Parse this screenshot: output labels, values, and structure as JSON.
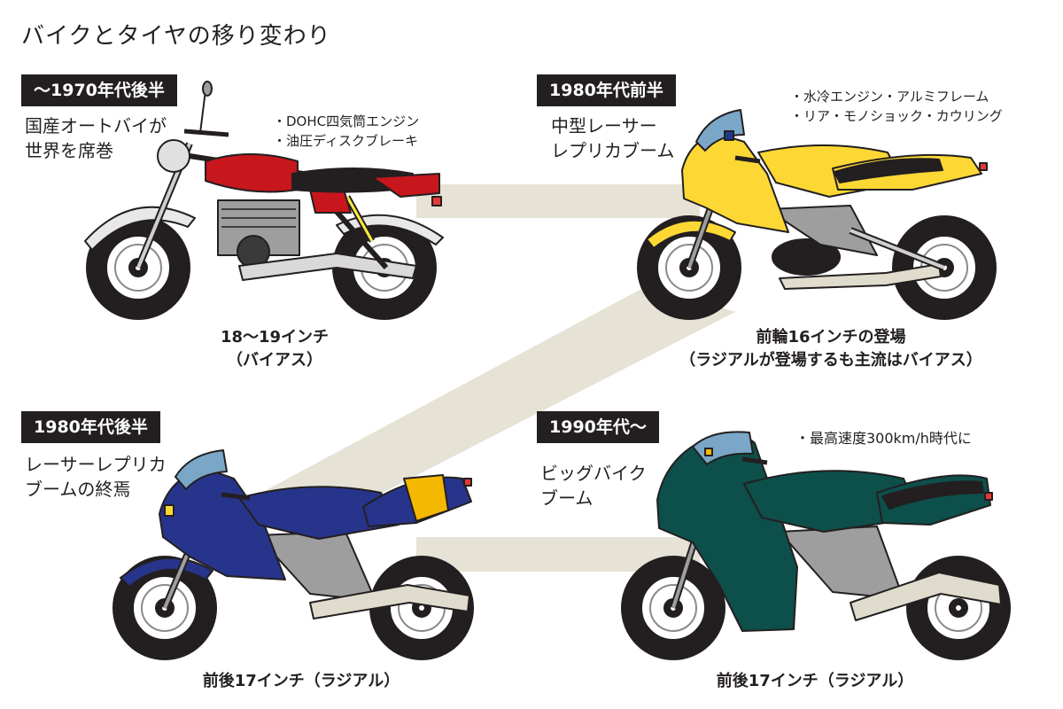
{
  "title": "バイクとタイヤの移り変わり",
  "colors": {
    "band": "#e6e3d6",
    "outline": "#231f20"
  },
  "panels": [
    {
      "era": "〜1970年代後半",
      "description": [
        "国産オートバイが",
        "世界を席巻"
      ],
      "features": [
        "・DOHC四気筒エンジン",
        "・油圧ディスクブレーキ"
      ],
      "tire": [
        "18〜19インチ",
        "（バイアス）"
      ],
      "bike_color": "#c8161d"
    },
    {
      "era": "1980年代前半",
      "description": [
        "中型レーサー",
        "レプリカブーム"
      ],
      "features": [
        "・水冷エンジン・アルミフレーム",
        "・リア・モノショック・カウリング"
      ],
      "tire": [
        "前輪16インチの登場",
        "（ラジアルが登場するも主流はバイアス）"
      ],
      "bike_color": "#fdd835"
    },
    {
      "era": "1980年代後半",
      "description": [
        "レーサーレプリカ",
        "ブームの終焉"
      ],
      "features": [],
      "tire": [
        "前後17インチ（ラジアル）"
      ],
      "bike_color": "#27348b"
    },
    {
      "era": "1990年代〜",
      "description": [
        "ビッグバイク",
        "ブーム"
      ],
      "features": [
        "・最高速度300km/h時代に"
      ],
      "tire": [
        "前後17インチ（ラジアル）"
      ],
      "bike_color": "#0d4f4a"
    }
  ]
}
